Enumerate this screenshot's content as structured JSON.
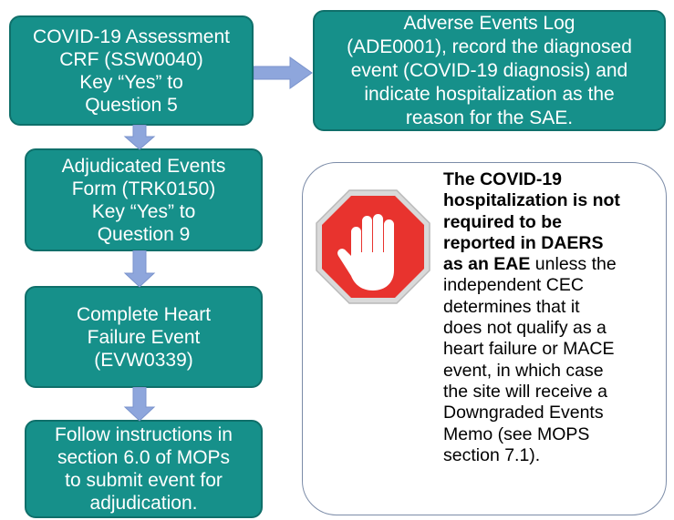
{
  "flow": {
    "assessment": [
      "COVID-19 Assessment",
      "CRF (SSW0040)",
      "Key “Yes” to",
      "Question 5"
    ],
    "adverse_log": [
      "Adverse Events Log",
      "(ADE0001), record the diagnosed",
      "event (COVID-19 diagnosis) and",
      "indicate hospitalization as the",
      "reason for the SAE."
    ],
    "adjudicated": [
      "Adjudicated Events",
      "Form (TRK0150)",
      "Key “Yes” to",
      "Question 9"
    ],
    "heart_failure": [
      "Complete Heart",
      "Failure Event",
      "(EVW0339)"
    ],
    "follow": [
      "Follow instructions in",
      "section 6.0 of MOPs",
      "to submit event for",
      "adjudication."
    ]
  },
  "note": {
    "bold_lines": [
      "The COVID-19",
      "hospitalization is not",
      "required to be",
      "reported in DAERS"
    ],
    "mixed_bold": "as an EAE",
    "mixed_rest": " unless the",
    "lines": [
      "independent CEC",
      "determines that it",
      "does not qualify as a",
      "heart failure or MACE",
      "event, in which case",
      "the site will receive a",
      "Downgraded Events",
      "Memo (see MOPS",
      "section 7.1)."
    ]
  },
  "colors": {
    "box_fill": "#16908a",
    "box_border": "#0f6f6a",
    "arrow_fill": "#8ea6dc",
    "stop_red": "#e8332e"
  },
  "icons": {
    "stop": "stop-hand-icon"
  }
}
